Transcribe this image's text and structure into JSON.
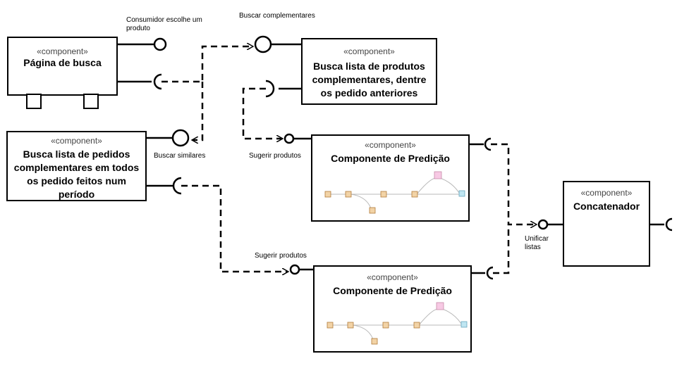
{
  "stereotype": "«component»",
  "components": {
    "pagina": {
      "name": "Página de busca"
    },
    "complementares": {
      "name": "Busca lista de produtos complementares, dentre os pedido anteriores"
    },
    "pedidos": {
      "name": "Busca lista de pedidos complementares em todos os pedido feitos num período"
    },
    "predicao1": {
      "name": "Componente de Predição"
    },
    "predicao2": {
      "name": "Componente de Predição"
    },
    "concatenador": {
      "name": "Concatenador"
    }
  },
  "labels": {
    "consumidor": "Consumidor escolhe um produto",
    "buscar_complementares": "Buscar complementares",
    "buscar_similares": "Buscar similares",
    "sugerir1": "Sugerir produtos",
    "sugerir2": "Sugerir produtos",
    "unificar": "Unificar listas"
  }
}
